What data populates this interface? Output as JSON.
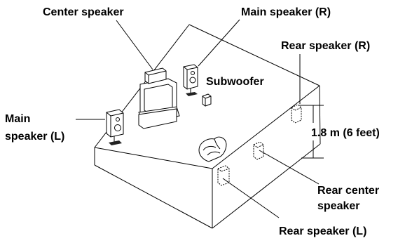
{
  "labels": {
    "center_speaker": "Center speaker",
    "main_speaker_r": "Main speaker (R)",
    "rear_speaker_r": "Rear speaker (R)",
    "subwoofer": "Subwoofer",
    "main_speaker_l_line1": "Main",
    "main_speaker_l_line2": "speaker (L)",
    "height": "1.8 m (6 feet)",
    "rear_center_line1": "Rear center",
    "rear_center_line2": "speaker",
    "rear_speaker_l": "Rear speaker (L)"
  }
}
